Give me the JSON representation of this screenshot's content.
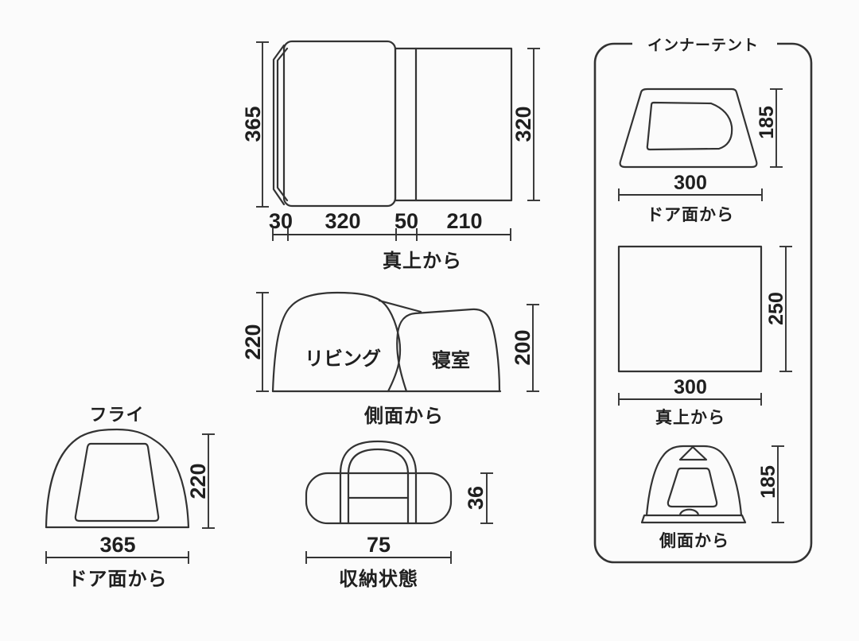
{
  "colors": {
    "background": "#fbfbfb",
    "line": "#333333",
    "text": "#1f1f1f"
  },
  "plan_view": {
    "dim_left": "365",
    "dim_right": "320",
    "segments": [
      "30",
      "320",
      "50",
      "210"
    ],
    "caption": "真上から"
  },
  "side_view": {
    "dim_left": "220",
    "dim_right": "200",
    "label_living": "リビング",
    "label_bedroom": "寝室",
    "caption": "側面から"
  },
  "fly_view": {
    "title": "フライ",
    "dim_height": "220",
    "dim_width": "365",
    "caption": "ドア面から"
  },
  "storage_view": {
    "dim_height": "36",
    "dim_width": "75",
    "caption": "収納状態"
  },
  "inner_tent": {
    "title": "インナーテント",
    "door_view": {
      "dim_height": "185",
      "dim_width": "300",
      "caption": "ドア面から"
    },
    "top_view": {
      "dim_height": "250",
      "dim_width": "300",
      "caption": "真上から"
    },
    "side_view": {
      "dim_height": "185",
      "caption": "側面から"
    }
  }
}
